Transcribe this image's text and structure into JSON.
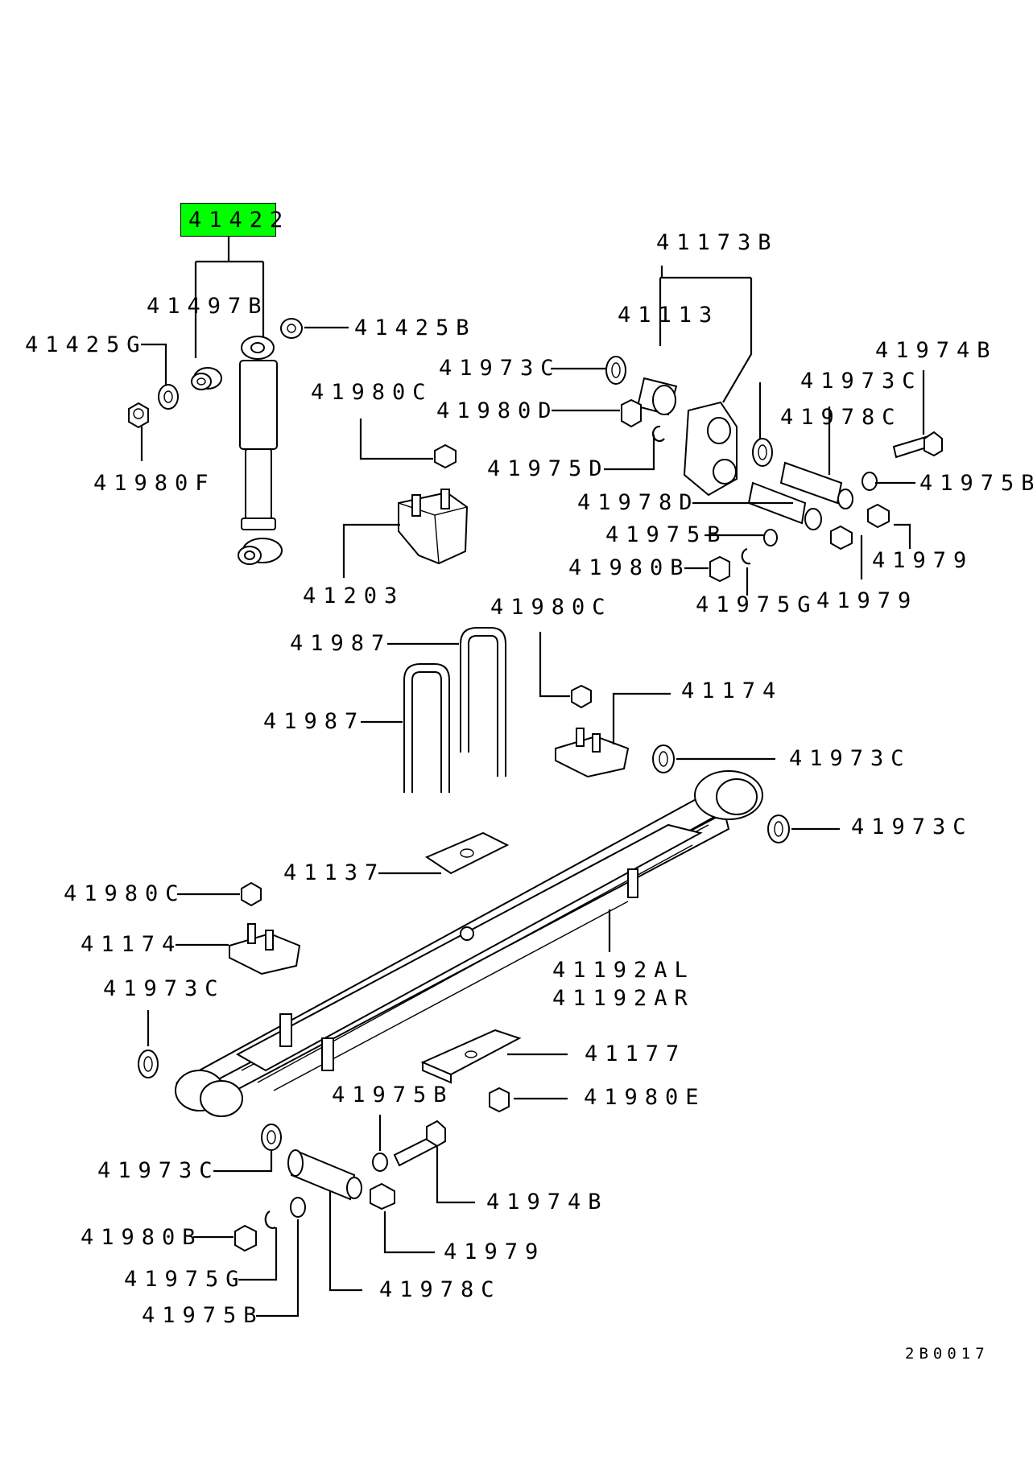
{
  "labels": {
    "p41422": "41422",
    "p41497B": "41497B",
    "p41425B": "41425B",
    "p41425G": "41425G",
    "p41980F": "41980F",
    "p41980C_a": "41980C",
    "p41203": "41203",
    "p41173B": "41173B",
    "p41113": "41113",
    "p41973C_a": "41973C",
    "p41980D": "41980D",
    "p41975D": "41975D",
    "p41973C_b": "41973C",
    "p41978C_a": "41978C",
    "p41974B_a": "41974B",
    "p41975B_a": "41975B",
    "p41978D": "41978D",
    "p41975B_b": "41975B",
    "p41980B_a": "41980B",
    "p41975G_a": "41975G",
    "p41979_a": "41979",
    "p41979_b": "41979",
    "p41980C_b": "41980C",
    "p41987_a": "41987",
    "p41987_b": "41987",
    "p41174_a": "41174",
    "p41973C_c": "41973C",
    "p41973C_d": "41973C",
    "p41137": "41137",
    "p41980C_c": "41980C",
    "p41174_b": "41174",
    "p41192AL": "41192AL",
    "p41192AR": "41192AR",
    "p41973C_e": "41973C",
    "p41177": "41177",
    "p41975B_c": "41975B",
    "p41980E": "41980E",
    "p41973C_f": "41973C",
    "p41974B_b": "41974B",
    "p41980B_b": "41980B",
    "p41979_c": "41979",
    "p41975G_b": "41975G",
    "p41978C_b": "41978C",
    "p41975B_d": "41975B"
  },
  "highlight_color": "#00ff00",
  "diagram_ref": "2B0017"
}
